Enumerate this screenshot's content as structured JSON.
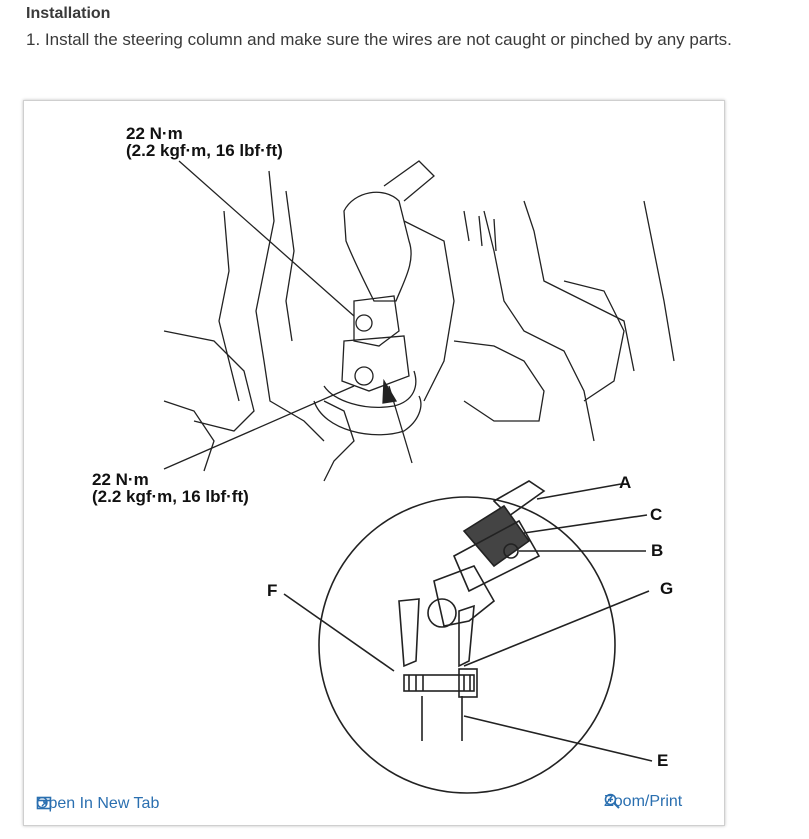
{
  "section": {
    "heading": "Installation",
    "step": "1. Install the steering column and make sure the wires are not caught or pinched by any parts."
  },
  "figure": {
    "torque_top": {
      "line1": "22 N·m",
      "line2": "(2.2 kgf·m, 16 lbf·ft)"
    },
    "torque_bottom": {
      "line1": "22 N·m",
      "line2": "(2.2 kgf·m, 16 lbf·ft)"
    },
    "callouts": {
      "a": "A",
      "b": "B",
      "c": "C",
      "e": "E",
      "f": "F",
      "g": "G"
    }
  },
  "links": {
    "open_new_tab": "Open In New Tab",
    "zoom_print": "Zoom/Print",
    "open_icon": "external-window-icon",
    "zoom_icon": "magnifier-plus-icon",
    "color": "#2a6fb0"
  }
}
